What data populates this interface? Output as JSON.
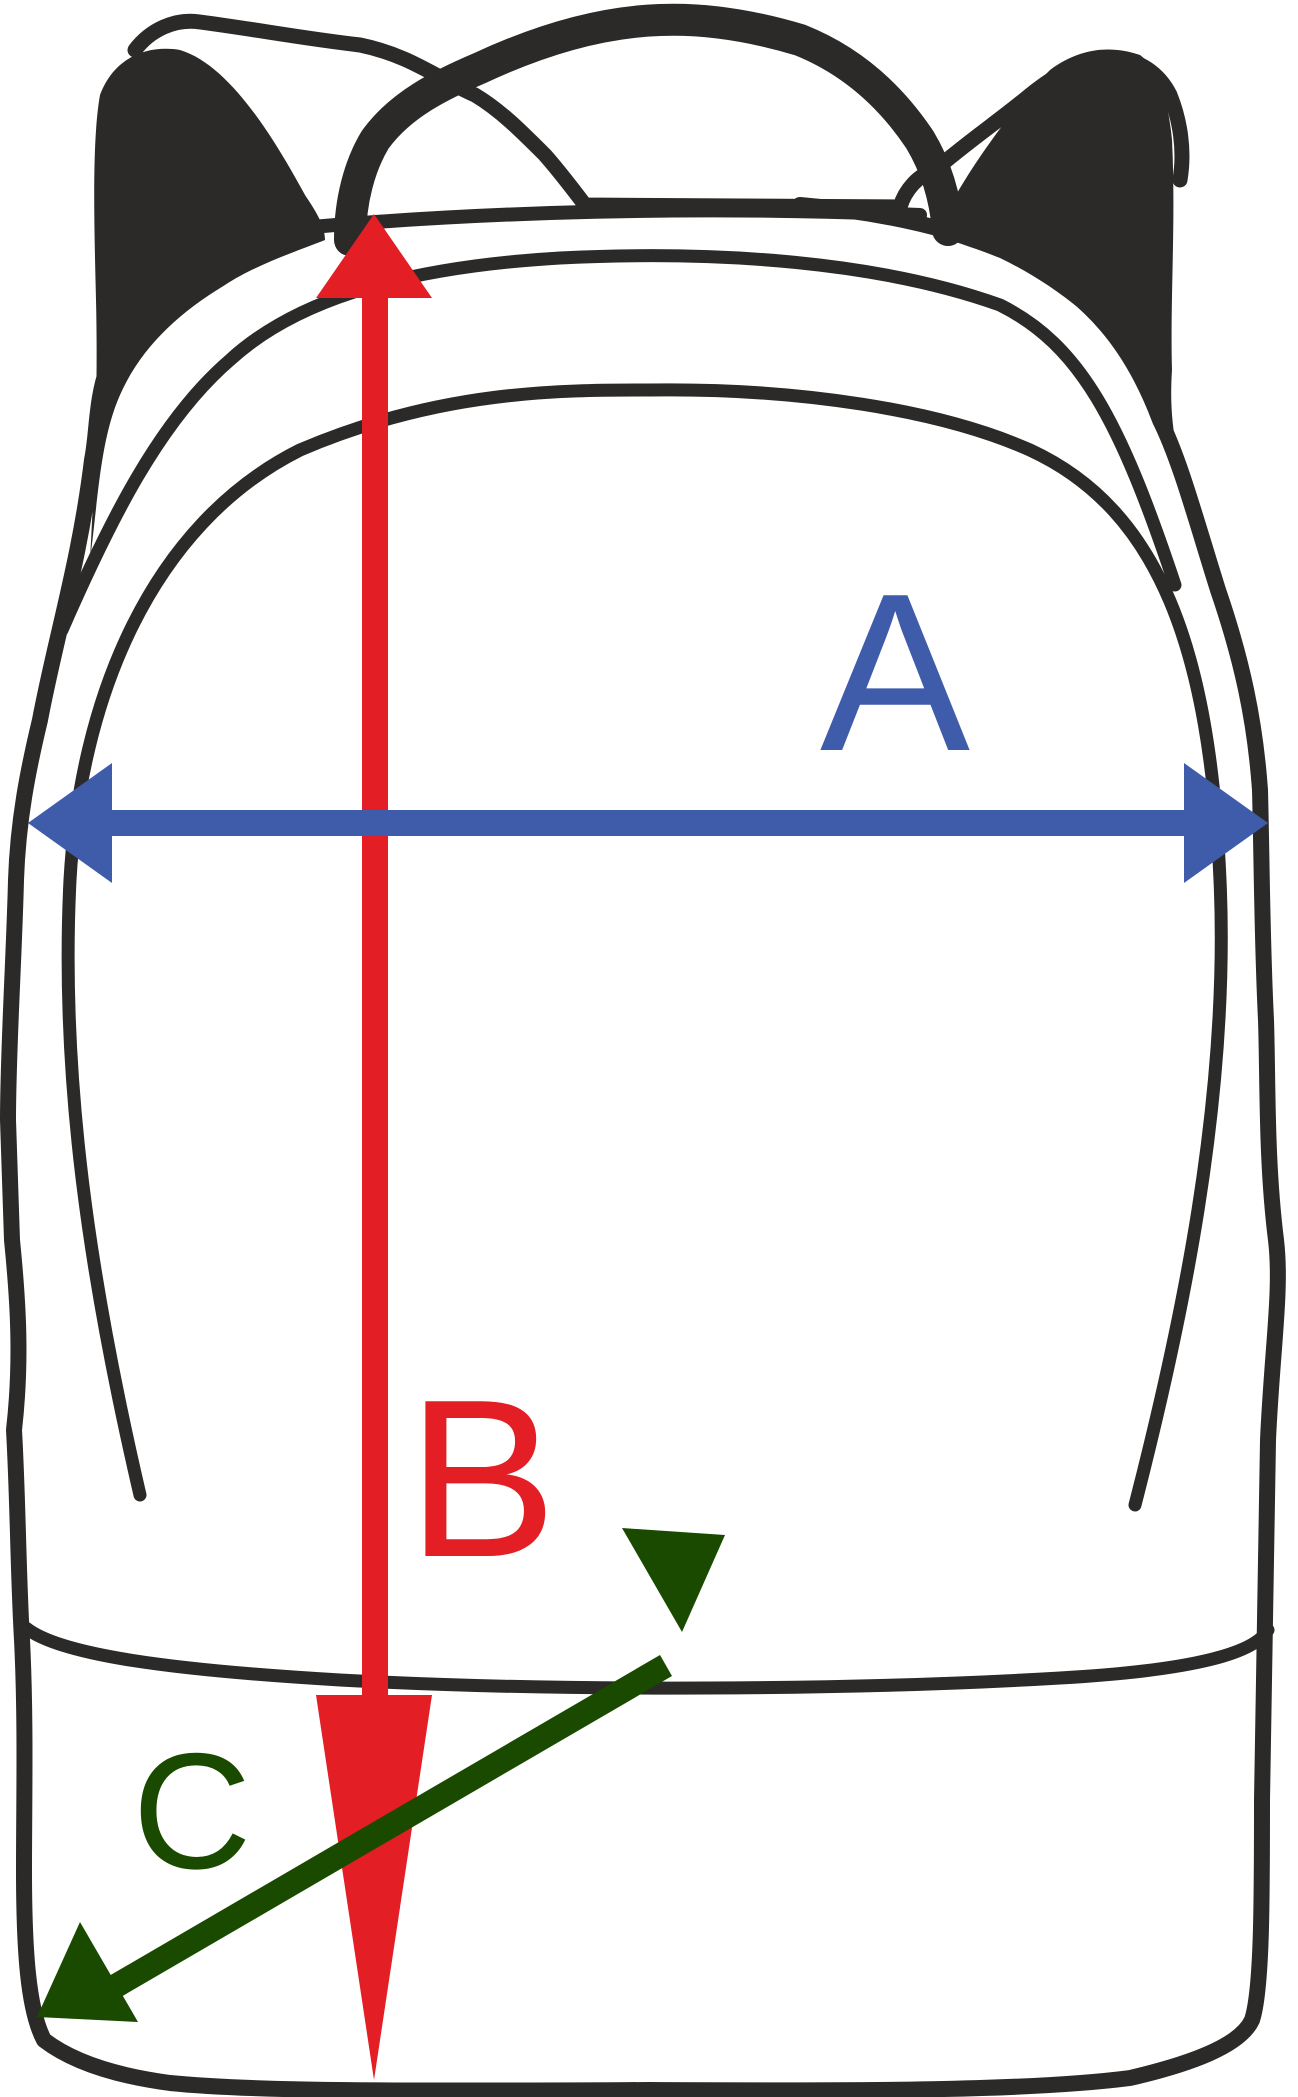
{
  "diagram": {
    "labels": {
      "width": "A",
      "height": "B",
      "depth": "C"
    },
    "colors": {
      "outline": "#2b2a29",
      "width": "#3f5cab",
      "height": "#e31e24",
      "depth": "#1a4a00",
      "background": "#ffffff"
    },
    "icons": [
      "backpack-outline-icon",
      "width-arrow-icon",
      "height-arrow-icon",
      "depth-arrow-icon"
    ]
  }
}
